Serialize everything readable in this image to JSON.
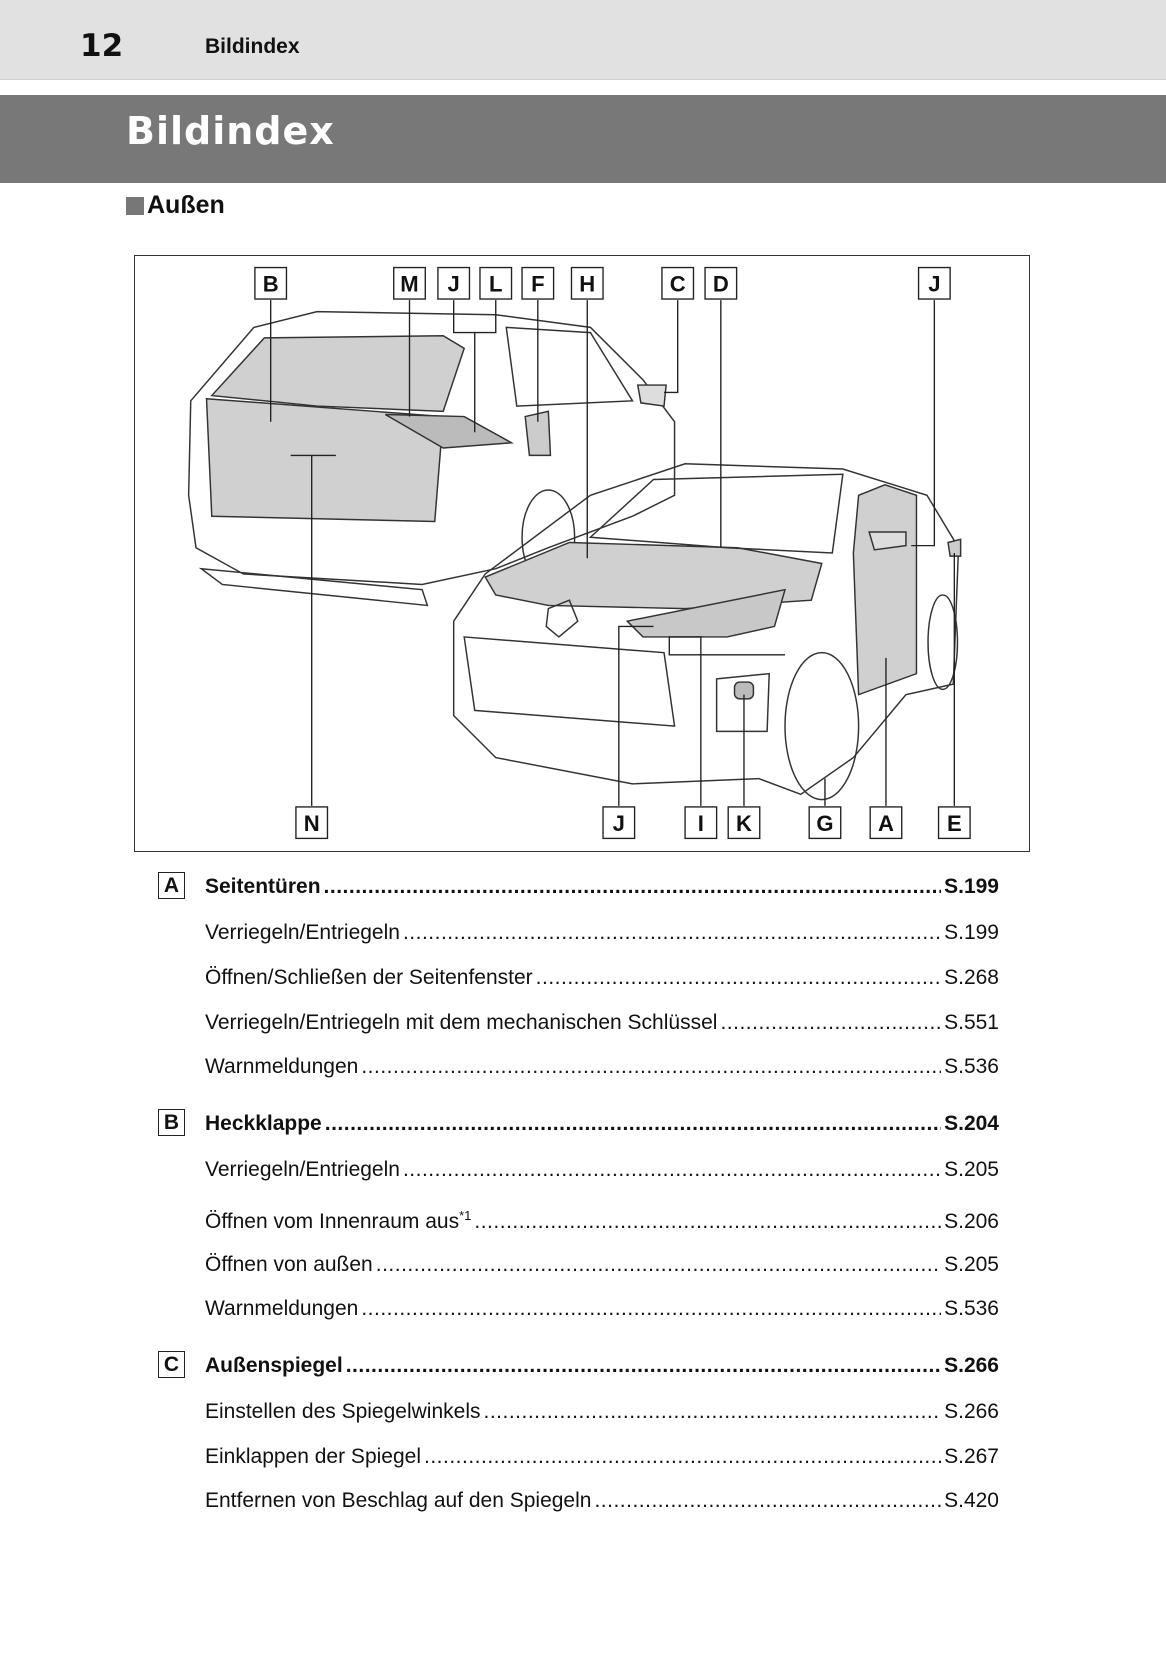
{
  "header": {
    "page_number": "12",
    "running_title": "Bildindex"
  },
  "title": "Bildindex",
  "section": "Außen",
  "figure": {
    "top_labels": [
      "B",
      "M",
      "J",
      "L",
      "F",
      "H",
      "C",
      "D",
      "J"
    ],
    "bottom_labels": [
      "N",
      "J",
      "I",
      "K",
      "G",
      "A",
      "E"
    ]
  },
  "entries": [
    {
      "key": "A",
      "title": "Seitentüren",
      "page": "S.199",
      "items": [
        {
          "label": "Verriegeln/Entriegeln",
          "page": "S.199"
        },
        {
          "label": "Öffnen/Schließen der Seitenfenster",
          "page": "S.268"
        },
        {
          "label": "Verriegeln/Entriegeln mit dem mechanischen Schlüssel",
          "page": "S.551"
        },
        {
          "label": "Warnmeldungen",
          "page": "S.536"
        }
      ]
    },
    {
      "key": "B",
      "title": "Heckklappe",
      "page": "S.204",
      "items": [
        {
          "label": "Verriegeln/Entriegeln",
          "page": "S.205"
        },
        {
          "label": "Öffnen vom Innenraum aus",
          "sup": "*1",
          "page": "S.206"
        },
        {
          "label": "Öffnen von außen",
          "page": "S.205"
        },
        {
          "label": "Warnmeldungen",
          "page": "S.536"
        }
      ]
    },
    {
      "key": "C",
      "title": "Außenspiegel",
      "page": "S.266",
      "items": [
        {
          "label": "Einstellen des Spiegelwinkels",
          "page": "S.266"
        },
        {
          "label": "Einklappen der Spiegel",
          "page": "S.267"
        },
        {
          "label": "Entfernen von Beschlag auf den Spiegeln",
          "page": "S.420"
        }
      ]
    }
  ]
}
